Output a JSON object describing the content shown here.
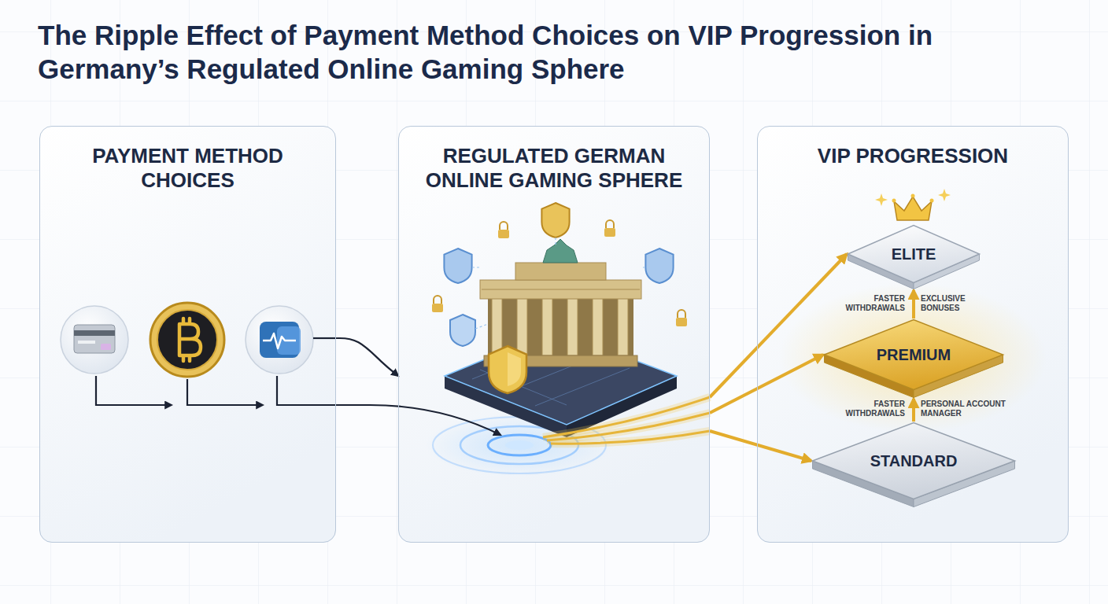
{
  "diagram": {
    "title": "The Ripple Effect of Payment Method Choices on VIP Progression in Germany’s Regulated Online Gaming Sphere",
    "nodes": [
      {
        "text": [
          "PAYMENT METHOD CHOICES"
        ]
      },
      {
        "text": [
          "REGULATED GERMAN ONLINE GAMING SPHERE"
        ]
      },
      {
        "text": [
          "VIP PROGRESSION"
        ]
      },
      {
        "text": [
          "ELITE"
        ],
        "in": 2
      },
      {
        "text": [
          "PREMIUM"
        ],
        "in": 2
      },
      {
        "text": [
          "STANDARD"
        ],
        "in": 2
      }
    ],
    "edges": [
      {
        "from": 0,
        "to": 1,
        "arrow": "to"
      },
      {
        "from": 1,
        "to": 3,
        "arrow": "to"
      },
      {
        "from": 1,
        "to": 4,
        "arrow": "to"
      },
      {
        "from": 1,
        "to": 5,
        "arrow": "to"
      },
      {
        "from": 5,
        "to": 4,
        "arrow": "to"
      },
      {
        "from": 4,
        "to": 3,
        "arrow": "to"
      }
    ],
    "labels": [
      "FASTER WITHDRAWALS",
      "EXCLUSIVE BONUSES",
      "FASTER WITHDRAWALS",
      "PERSONAL ACCOUNT MANAGER"
    ]
  }
}
